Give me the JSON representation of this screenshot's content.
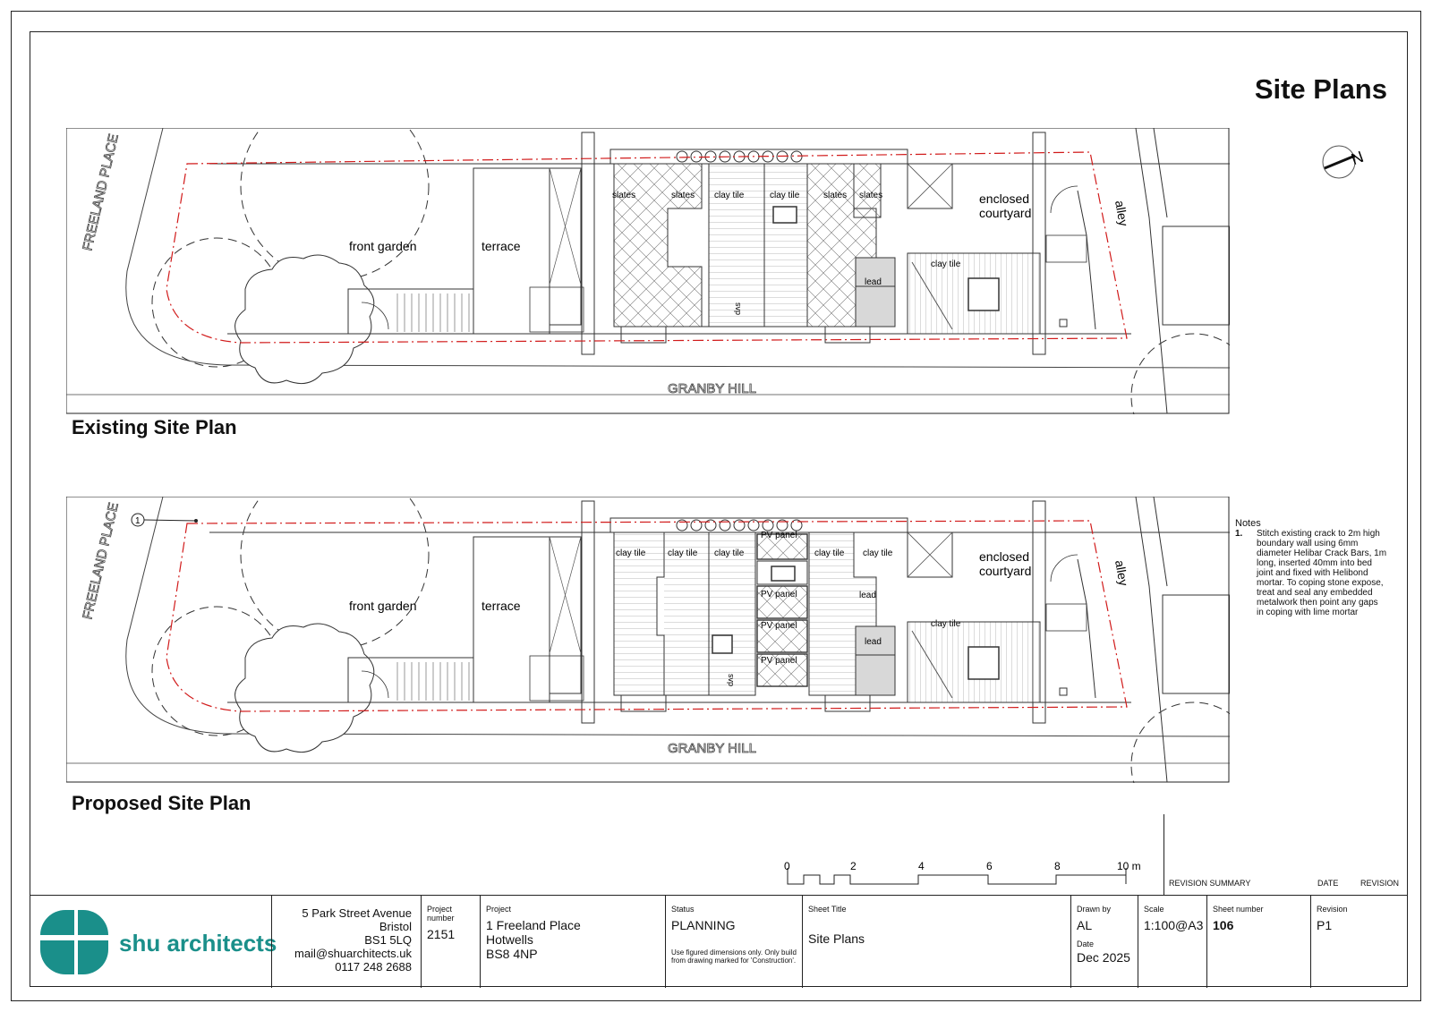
{
  "sheet": {
    "title": "Site Plans"
  },
  "plans": {
    "existing": {
      "title": "Existing Site Plan",
      "labels": {
        "street_left": "FREELAND PLACE",
        "street_bottom": "GRANBY HILL",
        "front_garden": "front garden",
        "terrace": "terrace",
        "courtyard_1": "enclosed",
        "courtyard_2": "courtyard",
        "alley": "alley",
        "roof_1": "slates",
        "roof_2": "slates",
        "roof_3": "clay tile",
        "roof_4": "clay tile",
        "roof_5": "slates",
        "roof_6": "slates",
        "lead": "lead",
        "clay_tile_rear": "clay tile",
        "svp": "svp"
      }
    },
    "proposed": {
      "title": "Proposed Site Plan",
      "labels": {
        "street_left": "FREELAND PLACE",
        "street_bottom": "GRANBY HILL",
        "front_garden": "front garden",
        "terrace": "terrace",
        "courtyard_1": "enclosed",
        "courtyard_2": "courtyard",
        "alley": "alley",
        "roof_1": "clay tile",
        "roof_2": "clay tile",
        "roof_3": "clay tile",
        "roof_4": "clay tile",
        "roof_5": "clay tile",
        "pv_1": "PV panel",
        "pv_2": "PV panel",
        "pv_3": "PV panel",
        "pv_4": "PV panel",
        "lead_1": "lead",
        "lead_2": "lead",
        "clay_tile_rear": "clay tile",
        "svp": "svp",
        "note_marker": "1"
      }
    }
  },
  "notes": {
    "heading": "Notes",
    "items": [
      {
        "num": "1.",
        "text": "Stitch existing crack to 2m high boundary wall using 6mm diameter Helibar Crack Bars, 1m long, inserted 40mm into bed joint and fixed with Helibond mortar. To coping stone expose, treat and seal any embedded metalwork then point any gaps in coping with lime mortar"
      }
    ]
  },
  "scale_bar": {
    "ticks": [
      "0",
      "2",
      "4",
      "6",
      "8",
      "10 m"
    ]
  },
  "revision": {
    "summary": "REVISION SUMMARY",
    "date": "DATE",
    "revision": "REVISION"
  },
  "title_block": {
    "company": "shu architects",
    "address": [
      "5 Park Street Avenue",
      "Bristol",
      "BS1 5LQ",
      "mail@shuarchitects.uk",
      "0117 248 2688"
    ],
    "project_number_label": "Project number",
    "project_number": "2151",
    "project_label": "Project",
    "project": [
      "1 Freeland Place",
      "Hotwells",
      "BS8 4NP"
    ],
    "status_label": "Status",
    "status": "PLANNING",
    "status_note": [
      "Use figured dimensions only. Only build",
      "from drawing marked for 'Construction'."
    ],
    "sheet_title_label": "Sheet Title",
    "sheet_title": "Site Plans",
    "drawn_by_label": "Drawn by",
    "drawn_by": "AL",
    "date_label": "Date",
    "date": "Dec 2025",
    "scale_label": "Scale",
    "scale": "1:100@A3",
    "sheet_number_label": "Sheet number",
    "sheet_number": "106",
    "revision_label": "Revision",
    "revision": "P1"
  },
  "colors": {
    "brand": "#1a8f8a",
    "boundary": "#d11a1a",
    "line": "#222222",
    "lead_fill": "#d8d8d8"
  }
}
